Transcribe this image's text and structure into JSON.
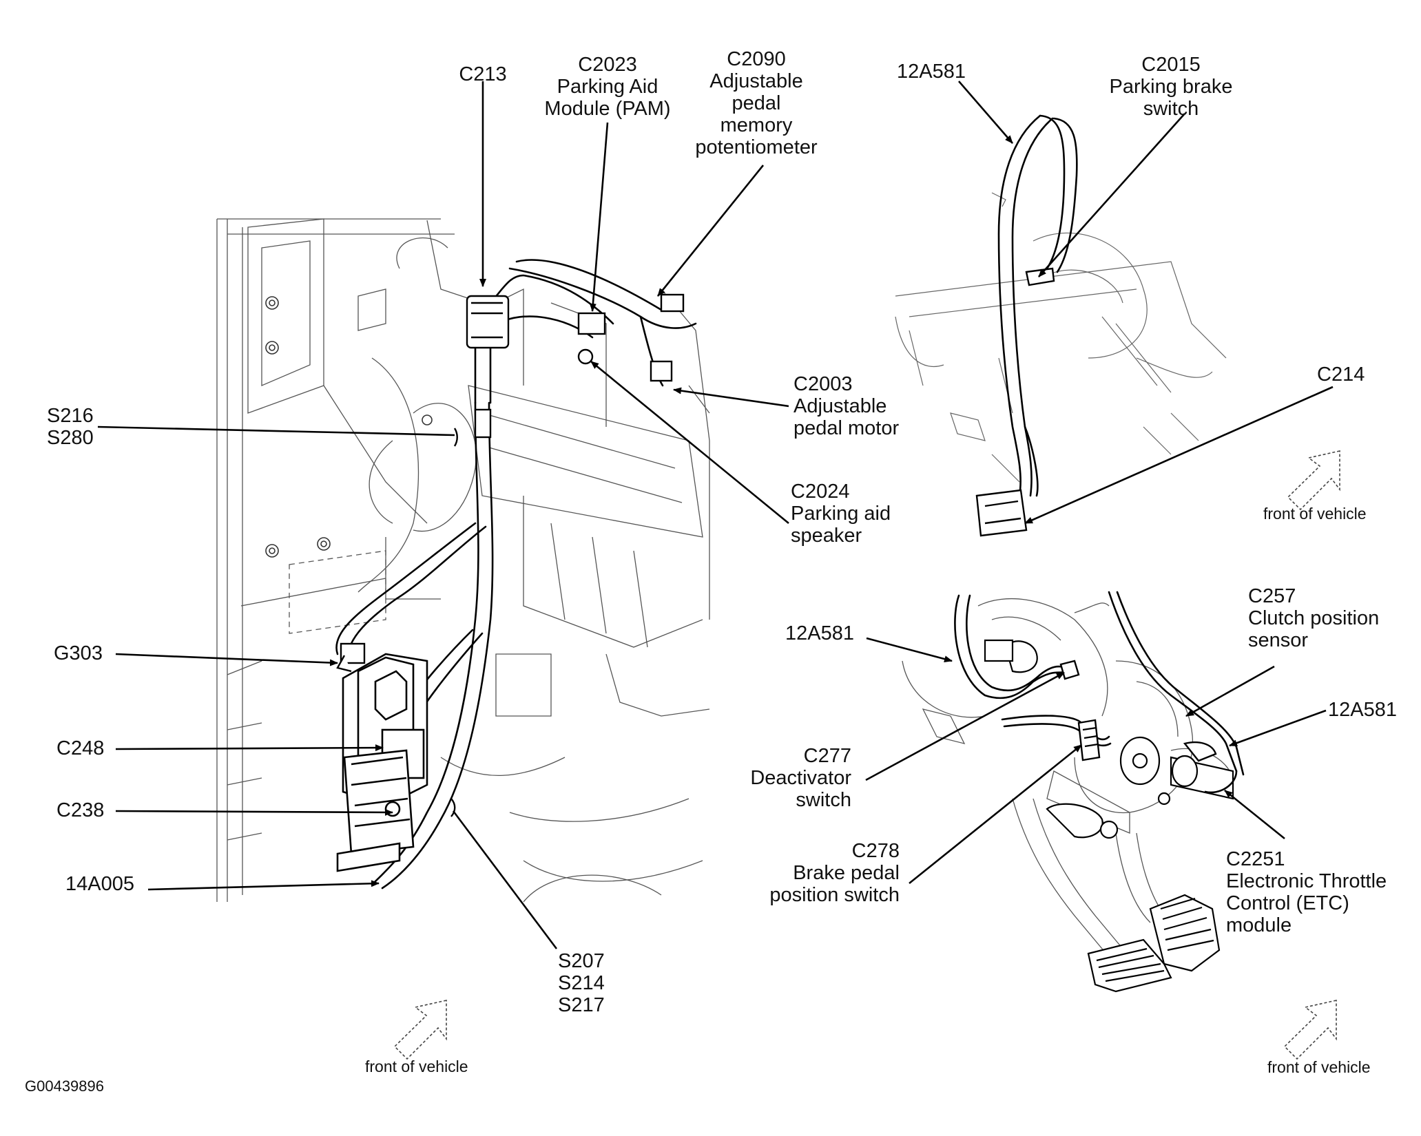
{
  "figure_id": "G00439896",
  "orientation_label": "front of vehicle",
  "callouts": {
    "c213": [
      "C213"
    ],
    "c2023": [
      "C2023",
      "Parking Aid",
      "Module (PAM)"
    ],
    "c2090": [
      "C2090",
      "Adjustable",
      "pedal",
      "memory",
      "potentiometer"
    ],
    "s216": [
      "S216",
      "S280"
    ],
    "c2003": [
      "C2003",
      "Adjustable",
      "pedal motor"
    ],
    "c2024": [
      "C2024",
      "Parking aid",
      "speaker"
    ],
    "g303": [
      "G303"
    ],
    "c248": [
      "C248"
    ],
    "c238": [
      "C238"
    ],
    "n14a005": [
      "14A005"
    ],
    "s207": [
      "S207",
      "S214",
      "S217"
    ],
    "n12a581_top": [
      "12A581"
    ],
    "c2015": [
      "C2015",
      "Parking brake",
      "switch"
    ],
    "c214": [
      "C214"
    ],
    "n12a581_mid": [
      "12A581"
    ],
    "c257": [
      "C257",
      "Clutch position",
      "sensor"
    ],
    "n12a581_right": [
      "12A581"
    ],
    "c277": [
      "C277",
      "Deactivator",
      "switch"
    ],
    "c278": [
      "C278",
      "Brake pedal",
      "position switch"
    ],
    "c2251": [
      "C2251",
      "Electronic Throttle",
      "Control (ETC)",
      "module"
    ]
  }
}
